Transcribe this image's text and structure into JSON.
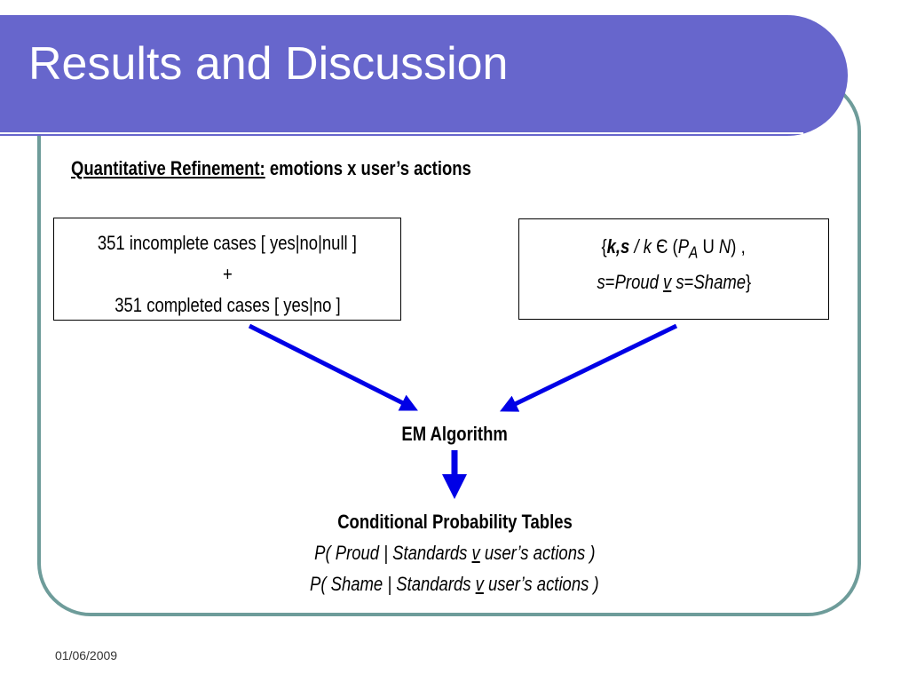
{
  "slide": {
    "title": "Results and Discussion",
    "subtitle_underlined": "Quantitative Refinement:",
    "subtitle_rest": "emotions x user’s actions",
    "left_box": {
      "line1": "351 incomplete cases [ yes|no|null ]",
      "line2": "+",
      "line3": "351 completed cases [ yes|no ]"
    },
    "right_box": {
      "open_brace": "{",
      "ks": "k,s",
      "slash_k": " / k ",
      "in_sym": "Є",
      "paren_open": " (",
      "P": "P",
      "A": "A",
      "union": " U ",
      "N": "N",
      "paren_close": ") ,",
      "s1": "s",
      "eq1": "=",
      "proud": "Proud",
      "or_sym": "v",
      "s2": "s",
      "eq2": "=",
      "shame": "Shame",
      "close_brace": "}"
    },
    "em_label": "EM Algorithm",
    "cpt": {
      "title": "Conditional Probability Tables",
      "line1_a": "P( Proud | Standards ",
      "line1_or": "v",
      "line1_b": " user’s actions )",
      "line2_a": "P( Shame | Standards ",
      "line2_or": "v",
      "line2_b": " user’s actions )"
    },
    "date": "01/06/2009",
    "colors": {
      "title_bar": "#6766cc",
      "frame": "#6e9c9a",
      "arrow": "#0000e6"
    }
  }
}
